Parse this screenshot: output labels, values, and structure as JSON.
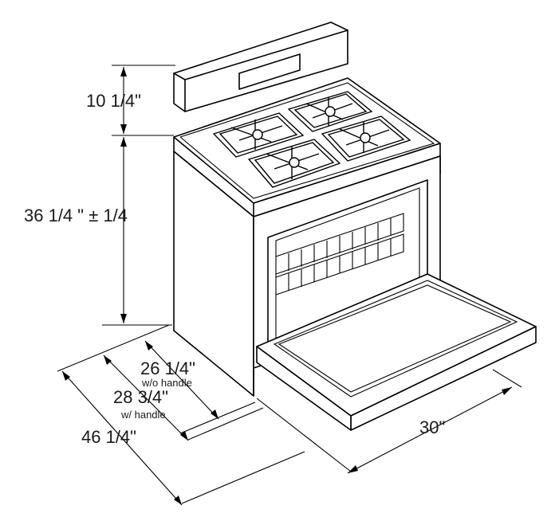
{
  "dimensions": {
    "backguard_height": "10 1/4\"",
    "cooktop_height": "36 1/4 \" ± 1/4",
    "depth_without_handle": "26 1/4\"",
    "depth_without_handle_note": "w/o handle",
    "depth_with_handle": "28 3/4\"",
    "depth_with_handle_note": "w/ handle",
    "depth_door_open": "46 1/4\"",
    "width": "30\""
  }
}
